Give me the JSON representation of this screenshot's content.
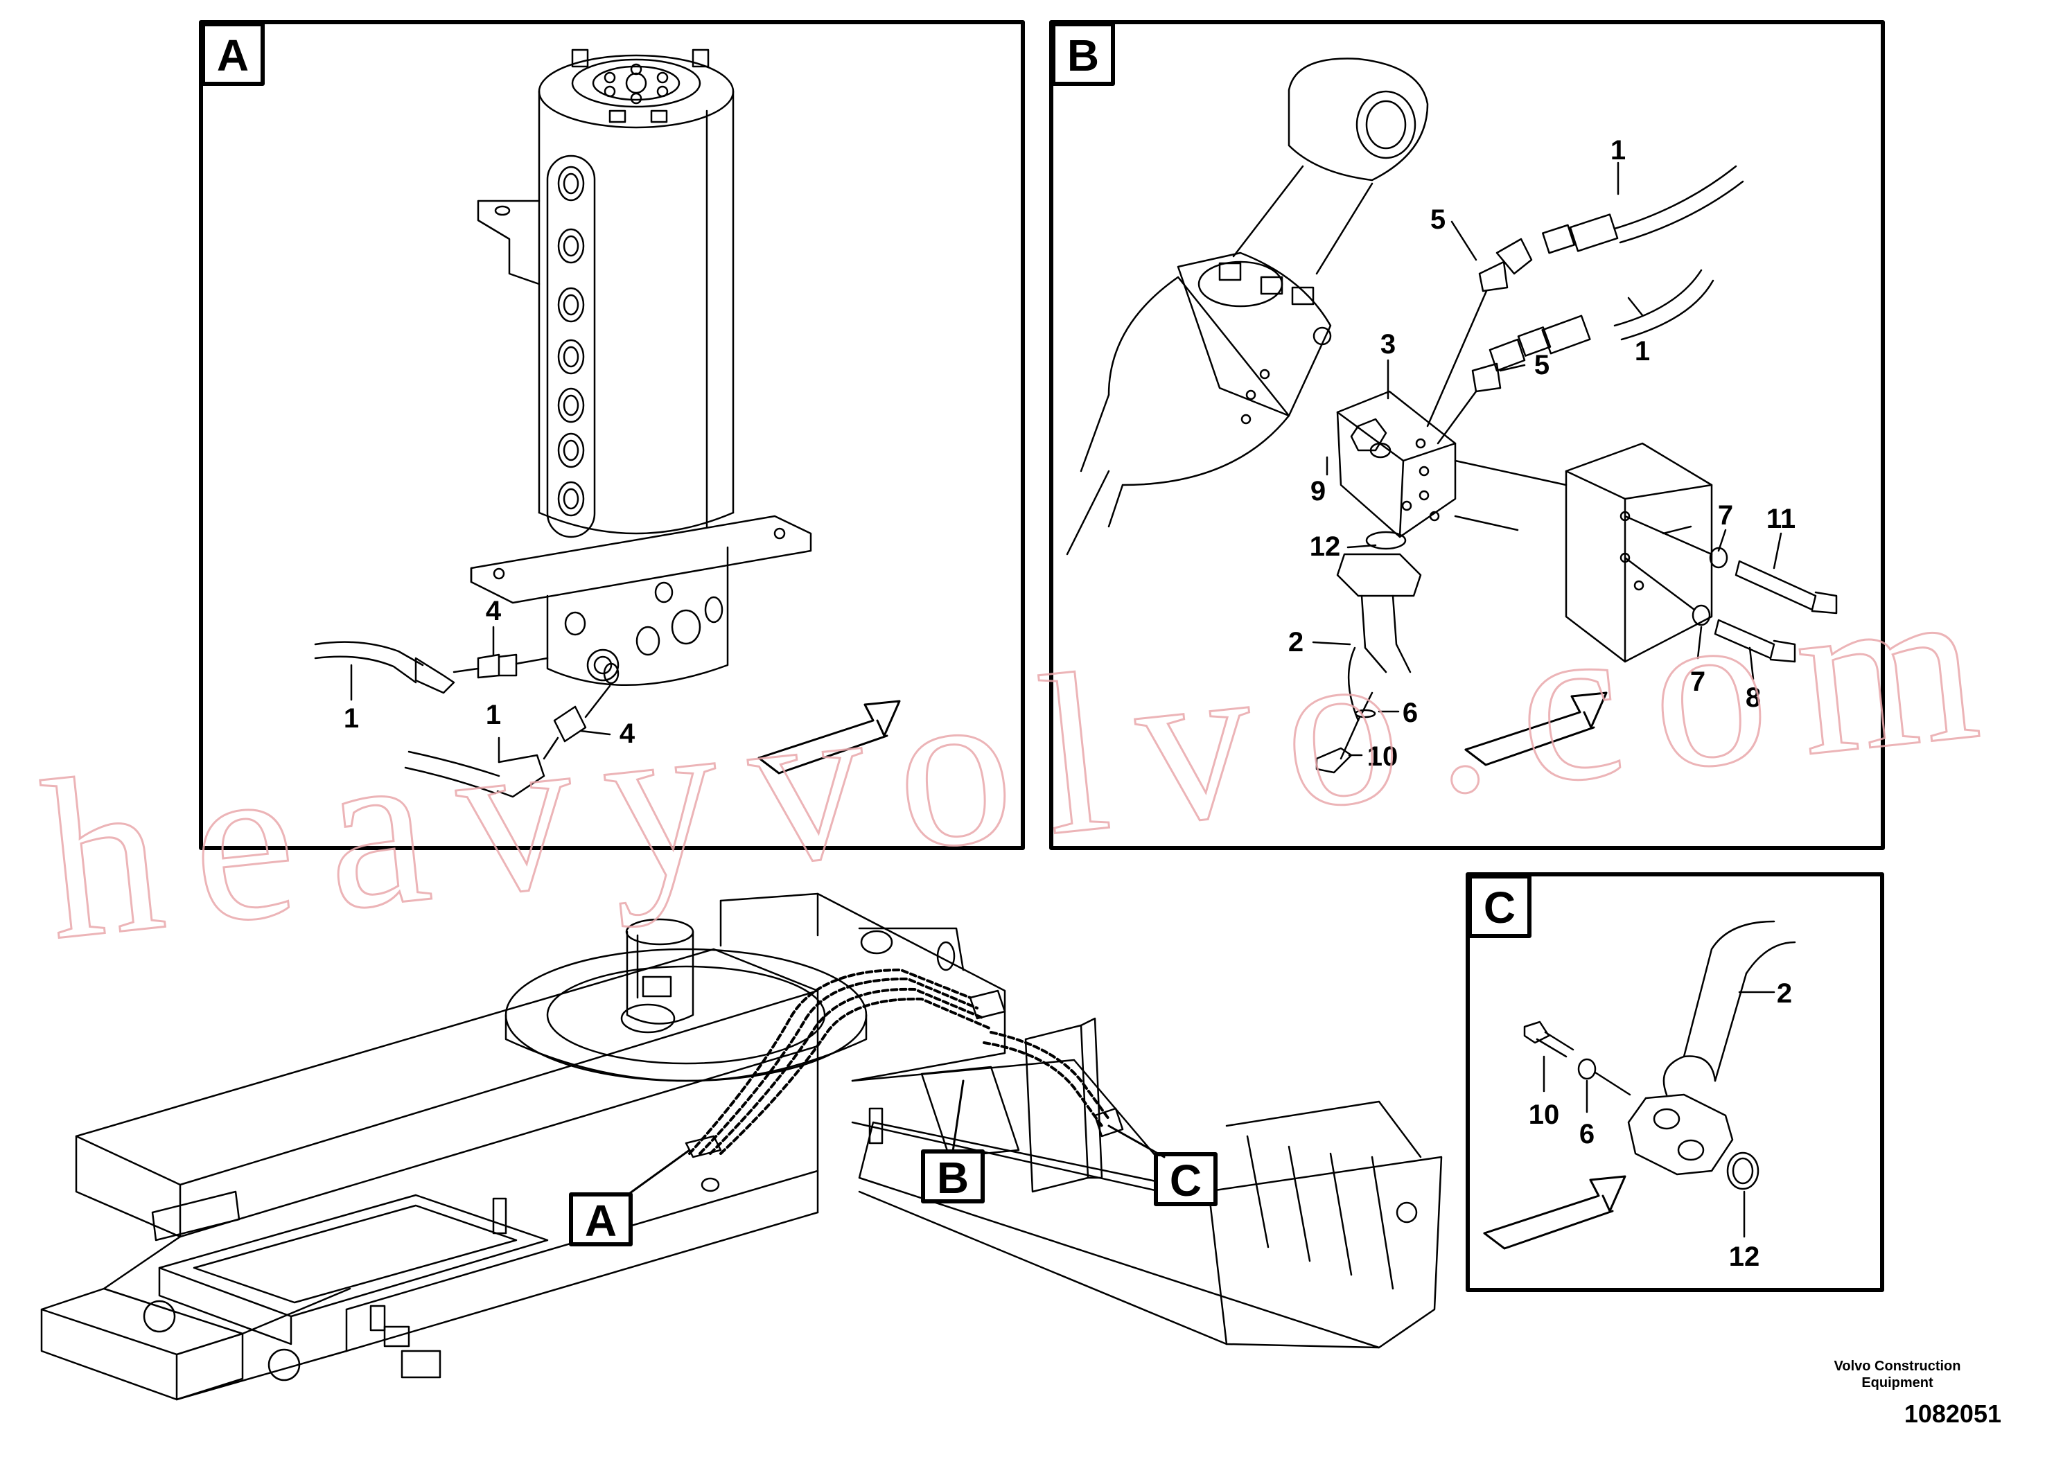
{
  "panels": {
    "a": {
      "label": "A",
      "callouts": {
        "hose_upper": "1",
        "fitting_upper": "4",
        "hose_lower": "1",
        "fitting_lower": "4"
      }
    },
    "b": {
      "label": "B",
      "callouts": {
        "hose_upper": "1",
        "elbow_upper": "5",
        "block": "3",
        "elbow_lower": "5",
        "hose_lower": "1",
        "washer_block": "9",
        "washer_upper_right": "7",
        "bolt_upper_right": "11",
        "oring": "12",
        "hose_flange": "2",
        "washer_lower_right": "7",
        "bolt_lower_right": "8",
        "washer_bottom": "6",
        "bolt_bottom": "10"
      }
    },
    "c": {
      "label": "C",
      "callouts": {
        "hose": "2",
        "bolt": "10",
        "washer": "6",
        "oring": "12"
      }
    }
  },
  "overview": {
    "tags": {
      "a": "A",
      "b": "B",
      "c": "C"
    }
  },
  "watermark": "heavyvolvo.com",
  "footer": {
    "company_line1": "Volvo Construction",
    "company_line2": "Equipment",
    "drawing_id": "1082051"
  }
}
